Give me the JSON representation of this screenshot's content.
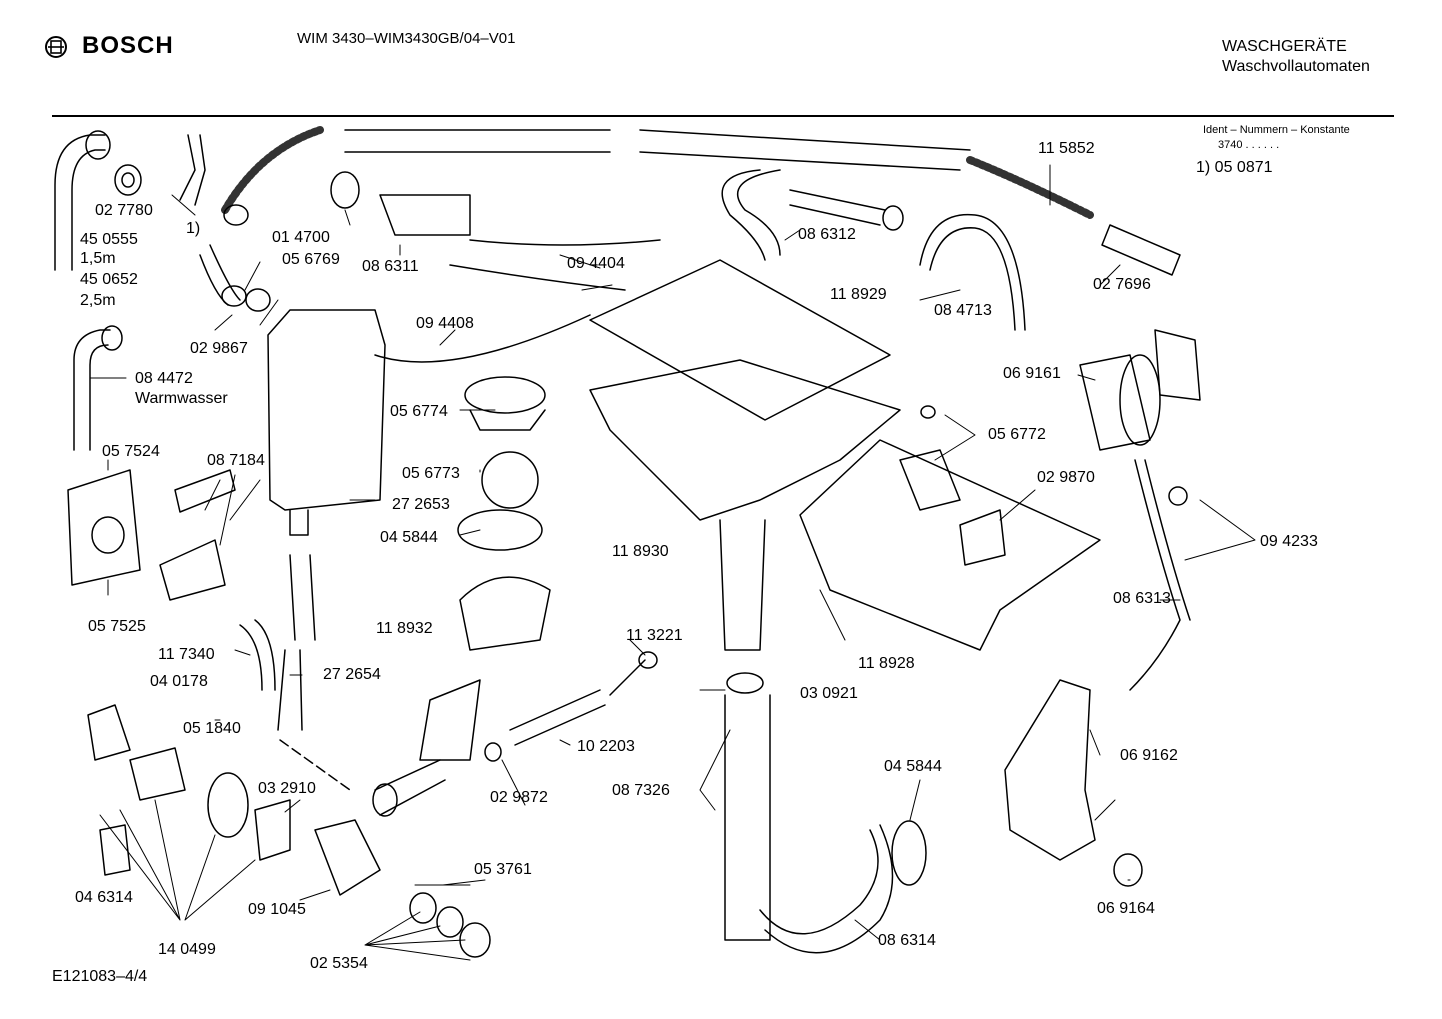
{
  "header": {
    "brand": "BOSCH",
    "model": "WIM 3430–WIM3430GB/04–V01",
    "category": "WASCHGERÄTE",
    "subcategory": "Waschvollautomaten",
    "ident_title": "Ident – Nummern – Konstante",
    "ident_value": "3740 . . . . . .",
    "footnote": "1) 05 0871"
  },
  "footer": {
    "drawing_id": "E121083–4/4"
  },
  "parts": {
    "p027780": "02 7780",
    "p450555": "45 0555",
    "len15": "1,5m",
    "p450652": "45 0652",
    "len25": "2,5m",
    "ref1": "1)",
    "p014700": "01 4700",
    "p056769": "05 6769",
    "p086311": "08 6311",
    "p094404": "09 4404",
    "p029867": "02 9867",
    "p094408": "09 4408",
    "p084472": "08 4472",
    "warm": "Warmwasser",
    "p057524": "05 7524",
    "p087184": "08 7184",
    "p057525": "05 7525",
    "p056774": "05 6774",
    "p056773": "05 6773",
    "p272653": "27 2653",
    "p045844a": "04 5844",
    "p118932": "11 8932",
    "p118930": "11 8930",
    "p117340": "11 7340",
    "p272654": "27 2654",
    "p040178": "04 0178",
    "p051840": "05 1840",
    "p032910": "03 2910",
    "p113221": "11 3221",
    "p102203": "10 2203",
    "p029872": "02 9872",
    "p046314": "04 6314",
    "p091045": "09 1045",
    "p140499": "14 0499",
    "p053761": "05 3761",
    "p025354": "02 5354",
    "p115852": "11 5852",
    "p086312": "08 6312",
    "p118929": "11 8929",
    "p084713": "08 4713",
    "p027696": "02 7696",
    "p069161": "06 9161",
    "p056772": "05 6772",
    "p029870": "02 9870",
    "p094233": "09 4233",
    "p086313": "08 6313",
    "p118928": "11 8928",
    "p030921": "03 0921",
    "p087326": "08 7326",
    "p045844b": "04 5844",
    "p069162": "06 9162",
    "p086314": "08 6314",
    "p069164": "06 9164"
  }
}
